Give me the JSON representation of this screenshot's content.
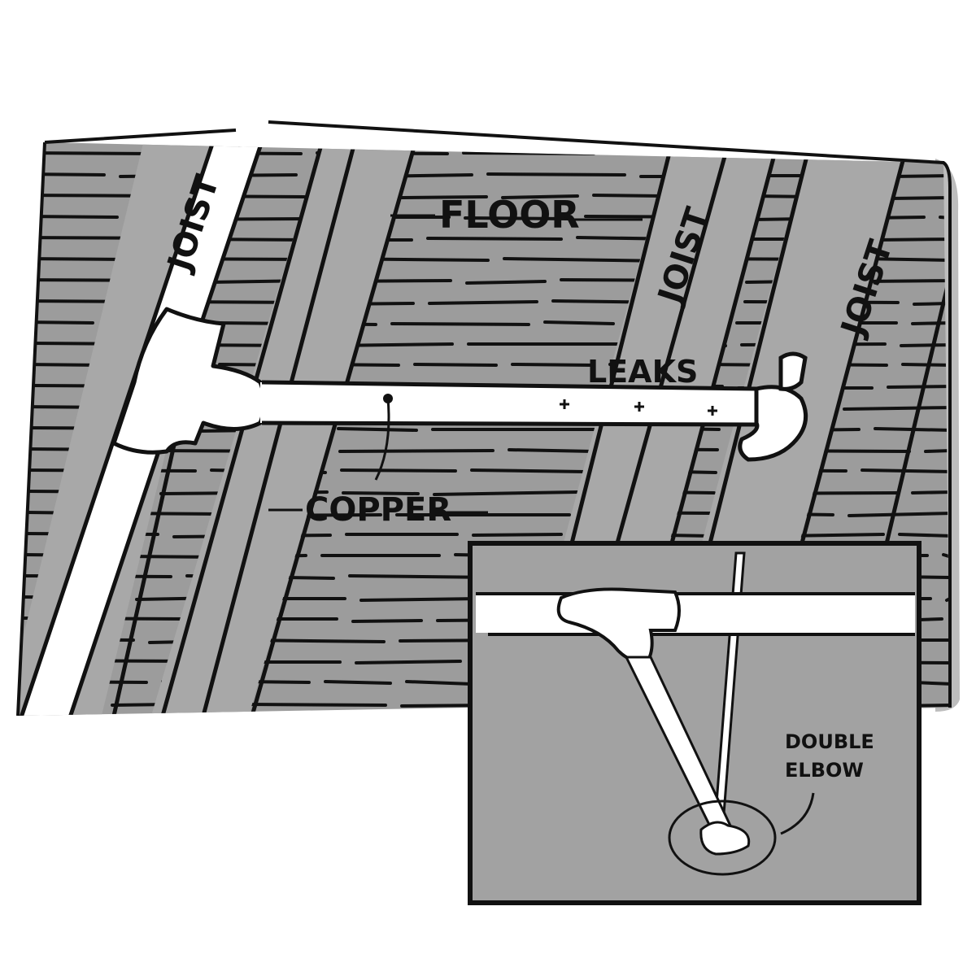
{
  "labels": {
    "joist_left": "JOIST",
    "joist_mid": "JOIST",
    "joist_right": "JOIST",
    "floor": "FLOOR",
    "leaks": "LEAKS",
    "copper": "COPPER",
    "inset_line1": "DOUBLE",
    "inset_line2": "ELBOW"
  },
  "colors": {
    "floor_gray": "#9c9c9c",
    "joist_gray": "#a8a8a8",
    "inset_gray": "#a2a2a2",
    "pipe_white": "#ffffff",
    "ink": "#111111",
    "shadow": "#bdbdbd"
  }
}
